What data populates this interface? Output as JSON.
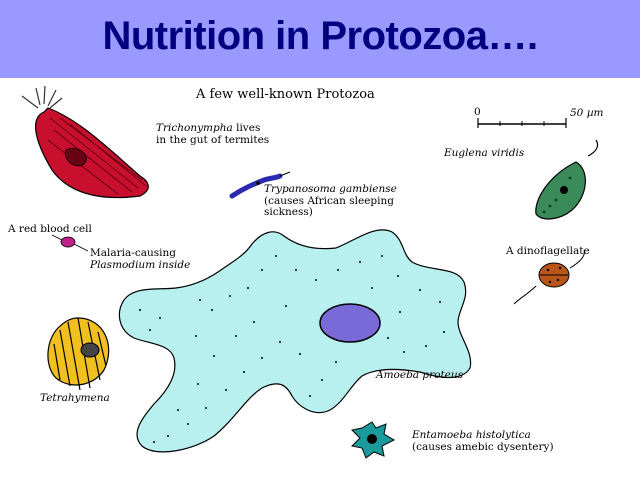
{
  "slide": {
    "title": "Nutrition in Protozoa….",
    "figure_heading": "A few well-known Protozoa"
  },
  "scale_bar": {
    "start": "0",
    "end": "50 µm"
  },
  "organisms": {
    "trichonympha": {
      "name": "Trichonympha",
      "text": " lives",
      "line2": "in the gut of termites"
    },
    "trypanosoma": {
      "name": "Trypanosoma gambiense",
      "line2": "(causes African sleeping",
      "line3": "sickness)"
    },
    "euglena": {
      "name": "Euglena viridis"
    },
    "rbc": {
      "label": "A red blood cell"
    },
    "plasmodium": {
      "name": "Malaria-causing",
      "line2": "Plasmodium inside"
    },
    "dinoflagellate": {
      "label": "A dinoflagellate"
    },
    "amoeba": {
      "name": "Amoeba proteus"
    },
    "tetrahymena": {
      "name": "Tetrahymena"
    },
    "entamoeba": {
      "name": "Entamoeba histolytica",
      "line2": "(causes amebic dysentery)"
    }
  },
  "colors": {
    "banner": "#9999ff",
    "title": "#000080",
    "trichonympha": "#c8102e",
    "euglena": "#3a8a5a",
    "amoeba": "#b8f0f0",
    "amoeba_nucleus": "#7a6ad8",
    "tetrahymena": "#f0c020",
    "entamoeba": "#1a9a9a",
    "dinoflagellate": "#b8561a",
    "plasmodium": "#c0208a",
    "trypanosoma": "#2a2ab0"
  }
}
